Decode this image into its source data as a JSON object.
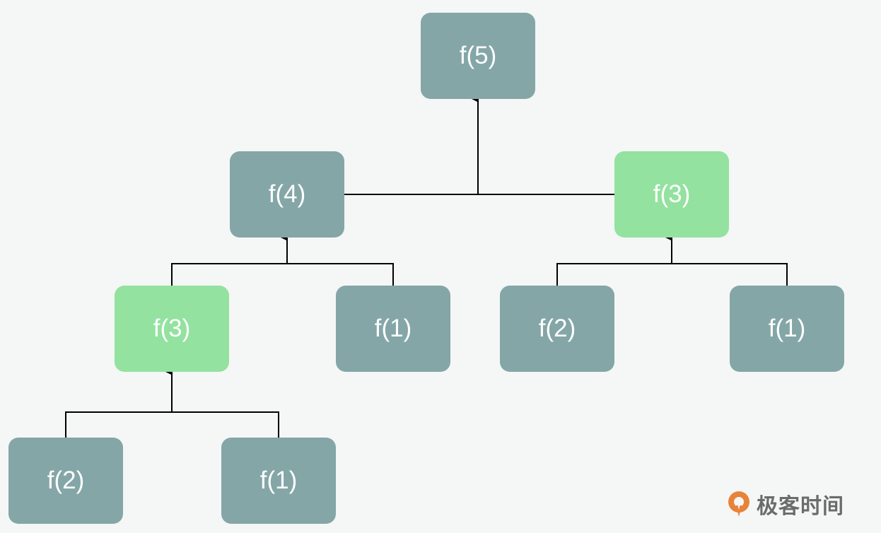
{
  "colors": {
    "normal_node": "#84a6a7",
    "highlight_node": "#93e29f",
    "connector": "#000000",
    "background": "#f5f6f6",
    "logo_orange": "#e8833a"
  },
  "nodes": {
    "root": {
      "label": "f(5)",
      "highlight": false
    },
    "f4": {
      "label": "f(4)",
      "highlight": false
    },
    "f3_right": {
      "label": "f(3)",
      "highlight": true
    },
    "f3_left": {
      "label": "f(3)",
      "highlight": true
    },
    "f1_mid": {
      "label": "f(1)",
      "highlight": false
    },
    "f2_right": {
      "label": "f(2)",
      "highlight": false
    },
    "f1_right": {
      "label": "f(1)",
      "highlight": false
    },
    "f2_bottom": {
      "label": "f(2)",
      "highlight": false
    },
    "f1_bottom": {
      "label": "f(1)",
      "highlight": false
    }
  },
  "edges": [
    {
      "parent": "root",
      "children": [
        "f4",
        "f3_right"
      ]
    },
    {
      "parent": "f4",
      "children": [
        "f3_left",
        "f1_mid"
      ]
    },
    {
      "parent": "f3_right",
      "children": [
        "f2_right",
        "f1_right"
      ]
    },
    {
      "parent": "f3_left",
      "children": [
        "f2_bottom",
        "f1_bottom"
      ]
    }
  ],
  "watermark": {
    "text": "极客时间",
    "icon": "geektime-logo-icon"
  }
}
